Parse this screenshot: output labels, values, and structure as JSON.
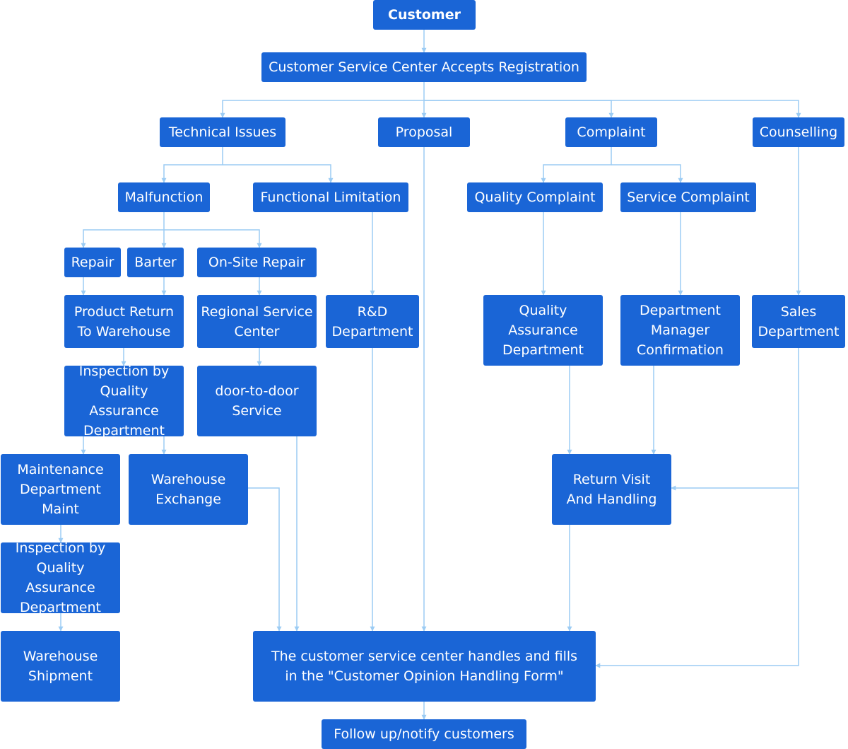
{
  "colors": {
    "box": "#1a65d6",
    "text": "#ffffff",
    "connector": "#9cccf4"
  },
  "nodes": {
    "customer": "Customer",
    "registration": "Customer Service Center Accepts Registration",
    "technical": "Technical Issues",
    "proposal": "Proposal",
    "complaint": "Complaint",
    "counselling": "Counselling",
    "malfunction": "Malfunction",
    "functional": "Functional Limitation",
    "quality_complaint": "Quality Complaint",
    "service_complaint": "Service Complaint",
    "repair": "Repair",
    "barter": "Barter",
    "onsite": "On-Site Repair",
    "product_return": "Product Return\nTo Warehouse",
    "regional": "Regional Service\nCenter",
    "rd": "R&D\nDepartment",
    "qa_dept": "Quality\nAssurance\nDepartment",
    "dept_manager": "Department\nManager\nConfirmation",
    "sales": "Sales\nDepartment",
    "inspection1": "Inspection by\nQuality Assurance\nDepartment",
    "door": "door-to-door\nService",
    "maintenance": "Maintenance\nDepartment\nMaint",
    "warehouse_exchange": "Warehouse\nExchange",
    "return_visit": "Return Visit\nAnd Handling",
    "inspection2": "Inspection by\nQuality Assurance\nDepartment",
    "warehouse_shipment": "Warehouse\nShipment",
    "handling_form": "The customer service center handles and fills\nin the \"Customer Opinion Handling Form\"",
    "follow_up": "Follow up/notify customers"
  }
}
